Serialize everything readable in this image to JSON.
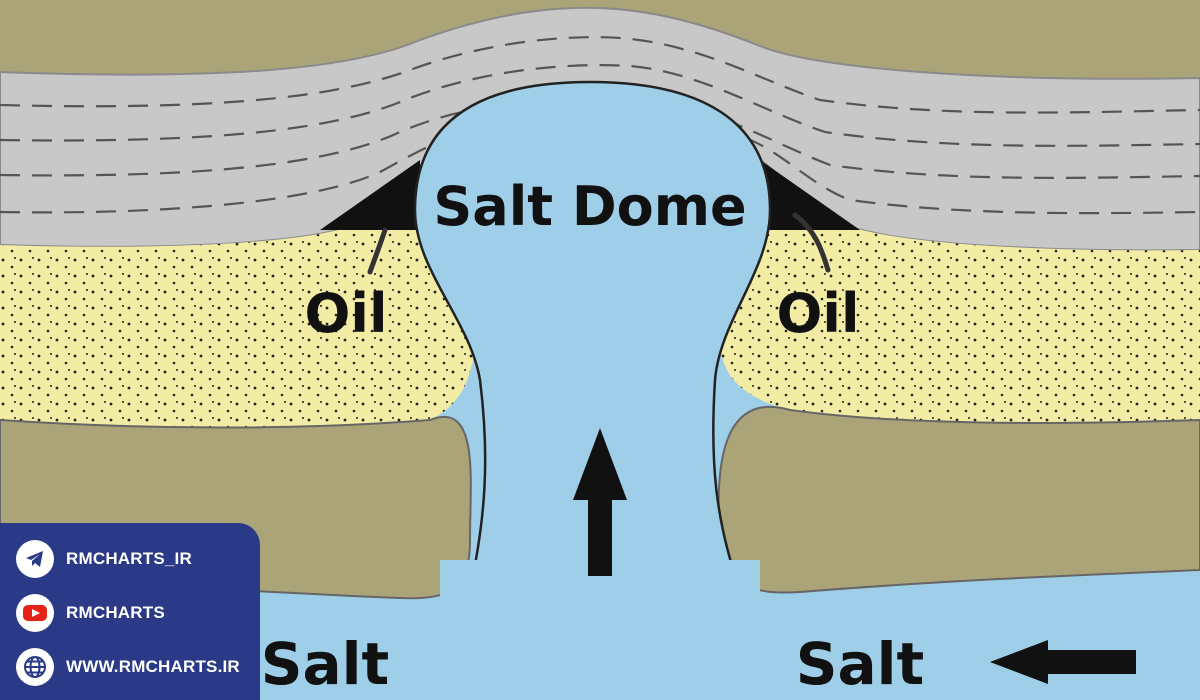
{
  "labels": {
    "salt_dome": "Salt Dome",
    "oil_left": "Oil",
    "oil_right": "Oil",
    "salt_left": "Salt",
    "salt_right": "Salt"
  },
  "social": {
    "telegram": "RMCHARTS_IR",
    "youtube": "RMCHARTS",
    "website": "WWW.RMCHARTS.IR"
  },
  "colors": {
    "salt": "#9fcfe8",
    "shale": "#aca479",
    "caprock": "#c8c8c8",
    "sandstone": "#f3eca4",
    "oil": "#111111",
    "badge": "#2a3a86"
  }
}
